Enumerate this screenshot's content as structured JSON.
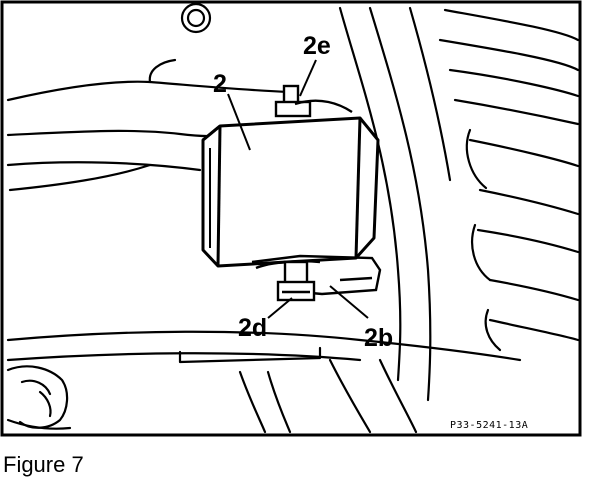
{
  "figure": {
    "labels": {
      "part": "2",
      "stud": "2e",
      "nut": "2d",
      "bracket": "2b"
    },
    "reference_code": "P33-5241-13A",
    "caption": "Figure 7"
  },
  "colors": {
    "ink": "#000000",
    "paper": "#ffffff"
  }
}
